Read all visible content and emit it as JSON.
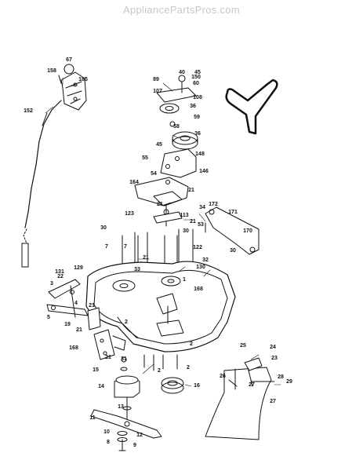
{
  "watermark": "AppliancePartsPros.com",
  "diagram": {
    "callouts": [
      "67",
      "158",
      "185",
      "152",
      "40",
      "45",
      "89",
      "150",
      "60",
      "107",
      "108",
      "36",
      "58",
      "59",
      "36",
      "45",
      "148",
      "55",
      "54",
      "146",
      "164",
      "21",
      "21",
      "34",
      "123",
      "113",
      "53",
      "172",
      "171",
      "21",
      "170",
      "30",
      "30",
      "7",
      "30",
      "7",
      "122",
      "21",
      "33",
      "32",
      "130",
      "131",
      "129",
      "22",
      "3",
      "1",
      "168",
      "5",
      "4",
      "21",
      "19",
      "21",
      "168",
      "2",
      "2",
      "21",
      "31",
      "15",
      "2",
      "2",
      "25",
      "24",
      "23",
      "26",
      "27",
      "28",
      "29",
      "14",
      "16",
      "13",
      "27",
      "11",
      "12",
      "10",
      "8",
      "9"
    ]
  }
}
